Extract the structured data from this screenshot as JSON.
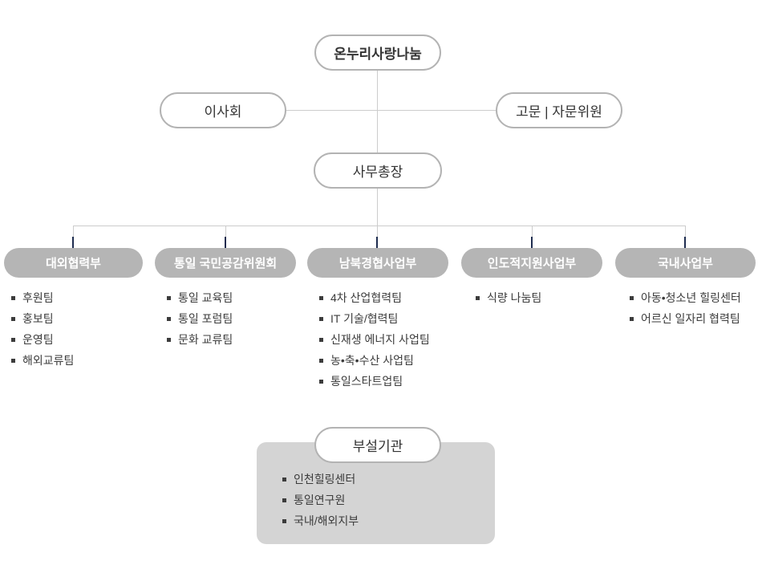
{
  "org": {
    "root": "온누리사랑나눔",
    "board": "이사회",
    "advisors": "고문 | 자문위원",
    "secretary_general": "사무총장",
    "departments": [
      {
        "name": "대외협력부",
        "teams": [
          "후원팀",
          "홍보팀",
          "운영팀",
          "해외교류팀"
        ]
      },
      {
        "name": "통일 국민공감위원회",
        "teams": [
          "통일 교육팀",
          "통일 포럼팀",
          "문화 교류팀"
        ]
      },
      {
        "name": "남북경협사업부",
        "teams": [
          "4차 산업협력팀",
          "IT 기술/협력팀",
          "신재생 에너지 사업팀",
          "농•축•수산 사업팀",
          "통일스타트업팀"
        ]
      },
      {
        "name": "인도적지원사업부",
        "teams": [
          "식량 나눔팀"
        ]
      },
      {
        "name": "국내사업부",
        "teams": [
          "아동•청소년 힐링센터",
          "어르신 일자리 협력팀"
        ]
      }
    ],
    "affiliate": {
      "name": "부설기관",
      "items": [
        "인천힐링센터",
        "통일연구원",
        "국내/해외지부"
      ]
    }
  },
  "colors": {
    "department_fill": "#b5b5b5",
    "department_text": "#ffffff",
    "affiliate_fill": "#d4d4d4",
    "pill_border": "#b3b3b3",
    "connector": "#cccccc",
    "connector_accent": "#1e2c4f",
    "body_text": "#3c3c3c"
  }
}
